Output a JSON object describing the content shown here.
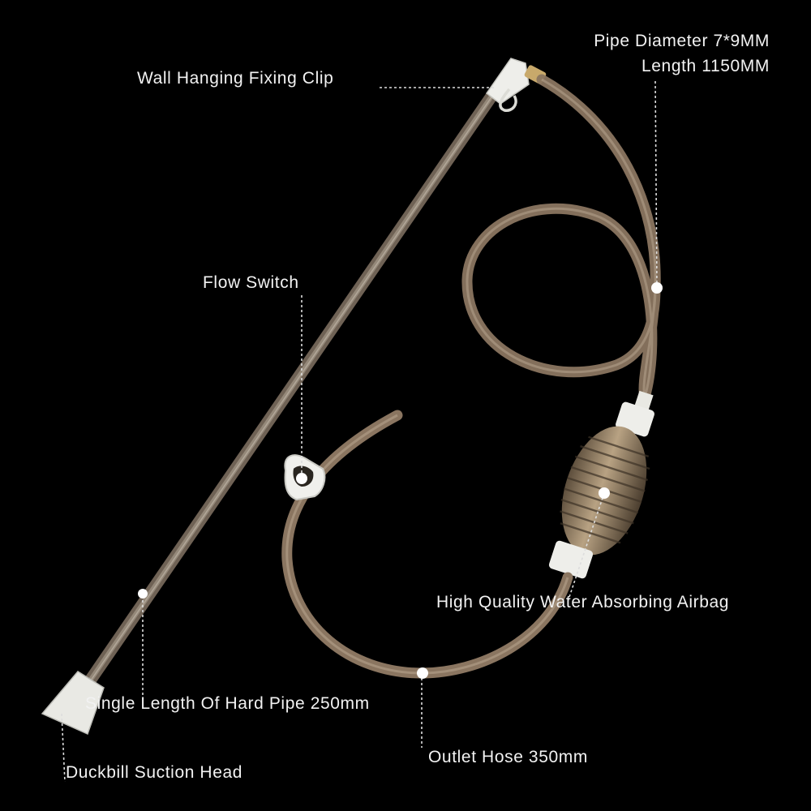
{
  "labels": {
    "wall_clip": "Wall Hanging Fixing Clip",
    "pipe_diameter": "Pipe Diameter 7*9MM",
    "pipe_length": "Length 1150MM",
    "flow_switch": "Flow Switch",
    "airbag": "High Quality Water Absorbing Airbag",
    "hard_pipe": "Single Length Of Hard Pipe 250mm",
    "outlet_hose": "Outlet Hose 350mm",
    "duckbill": "Duckbill Suction Head"
  },
  "colors": {
    "background": "#000000",
    "label_text": "#f2f2f2",
    "leader_line": "#dddddd",
    "hose": "#8a7560",
    "fitting": "#e8e8e2",
    "bulb": "#9a8468"
  }
}
